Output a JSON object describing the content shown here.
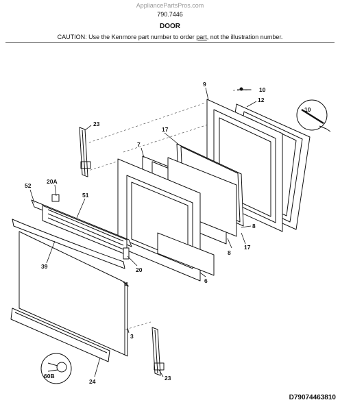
{
  "header": {
    "site": "AppliancePartsPros.com",
    "model": "790.7446",
    "section": "DOOR",
    "caution_pre": "CAUTION: Use the Kenmore part number to order ",
    "caution_link": "part",
    "caution_post": ", not the illustration number."
  },
  "diagram_code": "D79074463810",
  "callouts": {
    "c10a": "10",
    "c10b": "10",
    "c9": "9",
    "c12": "12",
    "c23a": "23",
    "c17a": "17",
    "c7": "7",
    "c20a": "20A",
    "c52": "52",
    "c51": "51",
    "c8a": "8",
    "c8b": "8",
    "c17b": "17",
    "c39": "39",
    "c20": "20",
    "c6": "6",
    "c4": "4",
    "c3": "3",
    "c60b": "60B",
    "c24": "24",
    "c23b": "23"
  }
}
